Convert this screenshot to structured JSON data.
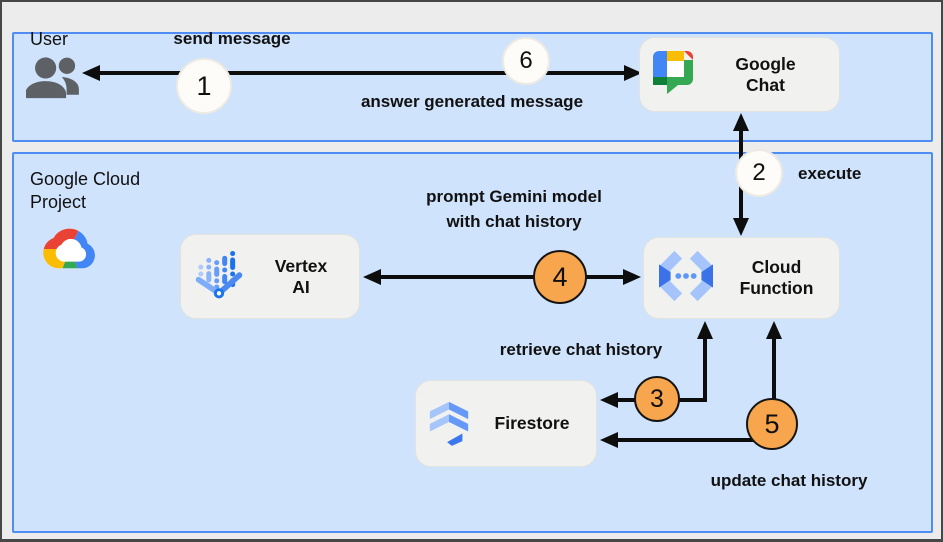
{
  "lanes": {
    "user": {
      "title": "User"
    },
    "gcp": {
      "title_line1": "Google Cloud",
      "title_line2": "Project"
    }
  },
  "nodes": {
    "google_chat": {
      "label_line1": "Google",
      "label_line2": "Chat",
      "icon": "google-chat-icon"
    },
    "vertex_ai": {
      "label_line1": "Vertex",
      "label_line2": "AI",
      "icon": "vertex-ai-icon"
    },
    "cloud_function": {
      "label_line1": "Cloud",
      "label_line2": "Function",
      "icon": "cloud-functions-icon"
    },
    "firestore": {
      "label": "Firestore",
      "icon": "firestore-icon"
    }
  },
  "edges": {
    "send_message": {
      "label": "send message",
      "badge": "1"
    },
    "answer": {
      "label": "answer generated message",
      "badge": "6"
    },
    "execute": {
      "label": "execute",
      "badge": "2"
    },
    "prompt": {
      "label_line1": "prompt Gemini model",
      "label_line2": "with chat history",
      "badge": "4"
    },
    "retrieve": {
      "label": "retrieve chat history",
      "badge": "3"
    },
    "update": {
      "label": "update chat history",
      "badge": "5"
    }
  },
  "icons": {
    "user_lane": "people-icon",
    "gcp_lane": "google-cloud-icon"
  },
  "colors": {
    "lane_fill": "#cfe3fc",
    "lane_border": "#4f8df5",
    "node_fill": "#f1f1ef",
    "node_border": "#e2e2de",
    "arrow": "#0d0d0d",
    "badge_plain_fill": "#fdfcf9",
    "badge_plain_border": "#edeae3",
    "badge_orange_fill": "#f7a64d",
    "badge_orange_border": "#141414",
    "canvas_bg": "#ececec",
    "frame_border": "#474747",
    "google_blue": "#4285f4",
    "google_red": "#ea4335",
    "google_yellow": "#fbbc04",
    "google_green": "#34a853"
  }
}
